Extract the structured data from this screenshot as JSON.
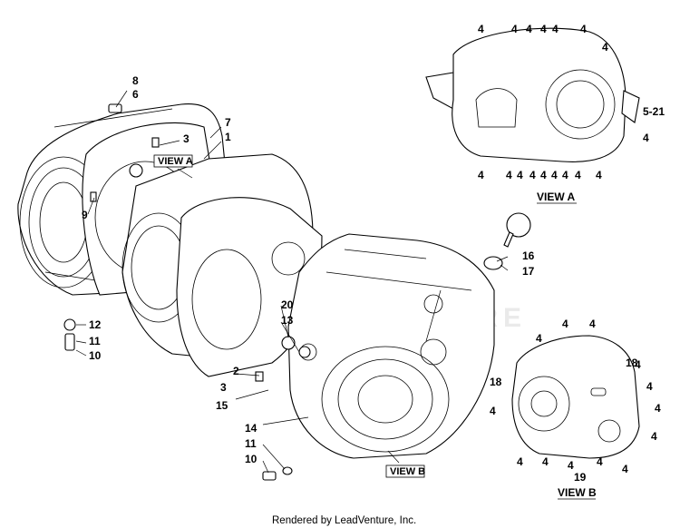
{
  "callouts": {
    "c8": "8",
    "c6": "6",
    "c3a": "3",
    "c7": "7",
    "c1": "1",
    "c9": "9",
    "c12": "12",
    "c11a": "11",
    "c10a": "10",
    "c20": "20",
    "c13": "13",
    "c2": "2",
    "c3b": "3",
    "c15": "15",
    "c14": "14",
    "c11b": "11",
    "c10b": "10",
    "c16": "16",
    "c17": "17",
    "a_top": [
      "4",
      "4",
      "4",
      "4",
      "4",
      "4",
      "4"
    ],
    "a_right_521": "5-21",
    "a_right_4": "4",
    "a_bottom": [
      "4",
      "4",
      "4",
      "4",
      "4",
      "4",
      "4",
      "4",
      "4"
    ],
    "b_top": [
      "4",
      "4",
      "4"
    ],
    "b_18_left": "18",
    "b_18_right": "18",
    "b_left_4": "4",
    "b_right": [
      "4",
      "4",
      "4",
      "4"
    ],
    "b_bottom": [
      "4",
      "4",
      "4",
      "4",
      "4"
    ],
    "b_19": "19"
  },
  "view_labels": {
    "view_a_inline": "VIEW A",
    "view_b_inline": "VIEW B",
    "view_a_title": "VIEW A",
    "view_b_title": "VIEW B"
  },
  "footer": "Rendered by LeadVenture, Inc."
}
